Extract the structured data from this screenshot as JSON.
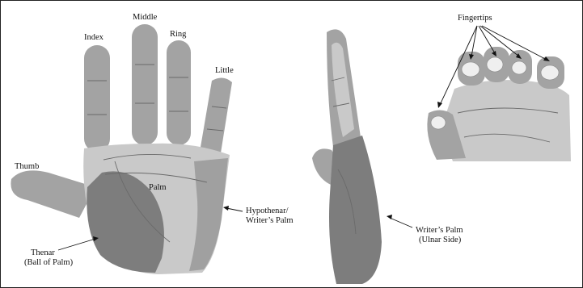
{
  "labels": {
    "middle": "Middle",
    "index": "Index",
    "ring": "Ring",
    "little": "Little",
    "thumb": "Thumb",
    "palm": "Palm",
    "hypothenar_line1": "Hypothenar/",
    "hypothenar_line2": "Writer’s Palm",
    "thenar_line1": "Thenar",
    "thenar_line2": "(Ball of Palm)",
    "writers_palm_line1": "Writer’s Palm",
    "writers_palm_line2": "(Ulnar Side)",
    "fingertips": "Fingertips"
  }
}
